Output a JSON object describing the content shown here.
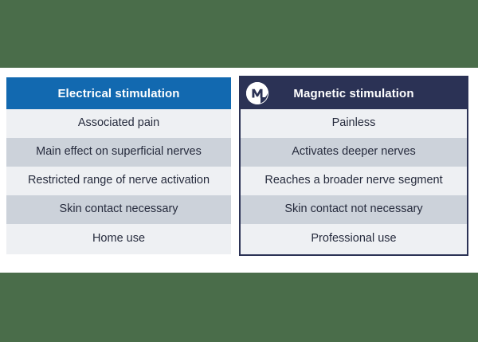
{
  "background": {
    "outer_color": "#4a6d4a",
    "band_color": "#ffffff"
  },
  "colors": {
    "electrical_header": "#1269b0",
    "magnetic_header": "#2b3255",
    "row_light": "#eef0f3",
    "row_dark": "#ccd2da",
    "text": "#262b3d",
    "header_text": "#ffffff",
    "magnetic_border": "#2b3255"
  },
  "tables": [
    {
      "id": "electrical",
      "header": "Electrical stimulation",
      "has_logo": false,
      "rows": [
        "Associated pain",
        "Main effect on superficial nerves",
        "Restricted range of nerve activation",
        "Skin contact necessary",
        "Home use"
      ]
    },
    {
      "id": "magnetic",
      "header": "Magnetic stimulation",
      "has_logo": true,
      "logo_name": "brand-m-logo",
      "logo_letter": "M",
      "rows": [
        "Painless",
        "Activates deeper nerves",
        "Reaches a broader nerve segment",
        "Skin contact not necessary",
        "Professional use"
      ]
    }
  ]
}
